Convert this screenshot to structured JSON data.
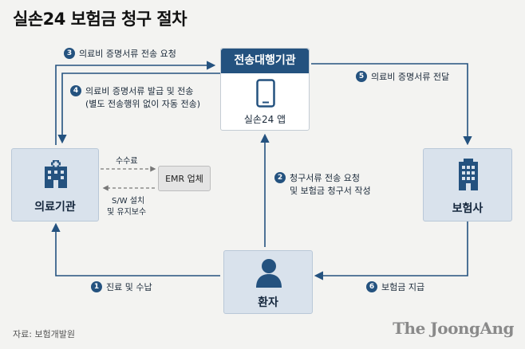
{
  "title": "실손24 보험금 청구 절차",
  "nodes": {
    "center": {
      "header": "전송대행기관",
      "app_label": "실손24 앱"
    },
    "hospital": {
      "label": "의료기관"
    },
    "insurer": {
      "label": "보험사"
    },
    "patient": {
      "label": "환자"
    },
    "emr": {
      "label": "EMR 업체"
    }
  },
  "emr_links": {
    "fee": "수수료",
    "support_line1": "S/W 설치",
    "support_line2": "및 유지보수"
  },
  "steps": [
    {
      "number": "1",
      "lines": [
        "진료 및 수납"
      ]
    },
    {
      "number": "2",
      "lines": [
        "청구서류 전송 요청",
        "및 보험금 청구서 작성"
      ]
    },
    {
      "number": "3",
      "lines": [
        "의료비 증명서류 전송 요청"
      ]
    },
    {
      "number": "4",
      "lines": [
        "의료비 증명서류 발급 및 전송",
        "(별도 전송행위 없이 자동 전송)"
      ]
    },
    {
      "number": "5",
      "lines": [
        "의료비 증명서류 전달"
      ]
    },
    {
      "number": "6",
      "lines": [
        "보험금 지급"
      ]
    }
  ],
  "footer": {
    "source": "자료: 보험개발원",
    "brand": "The JoongAng"
  },
  "colors": {
    "accent": "#24527f",
    "box_fill": "#d9e2ec",
    "background": "#f3f3f1"
  }
}
